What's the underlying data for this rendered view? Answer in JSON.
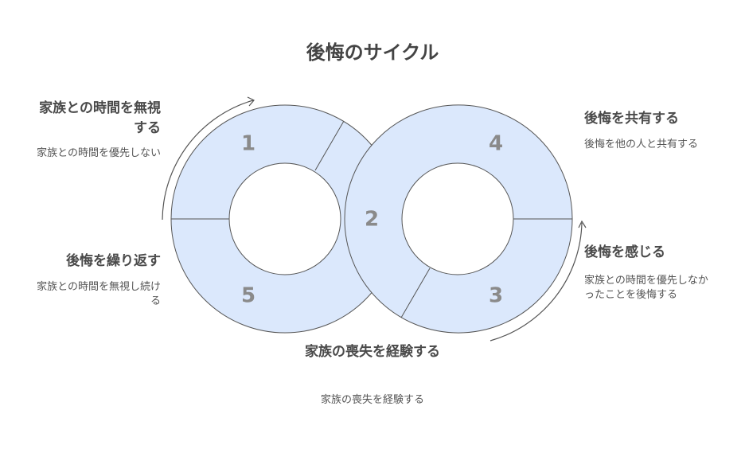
{
  "title": "後悔のサイクル",
  "colors": {
    "ring_fill": "#dbe8fc",
    "ring_stroke": "#555555",
    "number": "#8a8a8a",
    "arrow": "#555555"
  },
  "steps": [
    {
      "number": "1",
      "label": "家族との時間を無視する",
      "description": "家族との時間を優先しない"
    },
    {
      "number": "2",
      "label": "家族の喪失を経験する",
      "description": "家族の喪失を経験する"
    },
    {
      "number": "3",
      "label": "後悔を感じる",
      "description": "家族との時間を優先しなかったことを後悔する"
    },
    {
      "number": "4",
      "label": "後悔を共有する",
      "description": "後悔を他の人と共有する"
    },
    {
      "number": "5",
      "label": "後悔を繰り返す",
      "description": "家族との時間を無視し続ける"
    }
  ]
}
